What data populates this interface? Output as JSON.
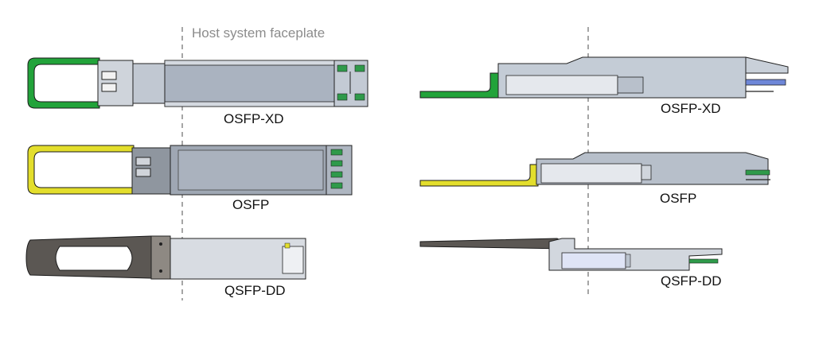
{
  "faceplate_label": "Host system faceplate",
  "modules": [
    {
      "id": "osfp-xd",
      "label": "OSFP-XD",
      "handle_color": "#22a33a"
    },
    {
      "id": "osfp",
      "label": "OSFP",
      "handle_color": "#e3de2c"
    },
    {
      "id": "qsfp-dd",
      "label": "QSFP-DD",
      "handle_color": "#5b5753"
    }
  ],
  "side_labels": [
    "OSFP-XD",
    "OSFP",
    "QSFP-DD"
  ],
  "colors": {
    "body": "#bcc5d1",
    "body_dark": "#9aa3b0",
    "body_light": "#dfe3ea",
    "outline": "#222222",
    "dashed_line": "#888888",
    "contact": "#2f9a4a",
    "blue_contact": "#6e87d8"
  }
}
